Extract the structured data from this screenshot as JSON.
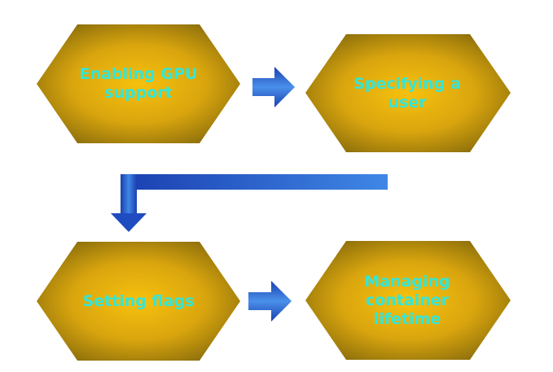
{
  "steps": [
    {
      "label": "Enabling GPU\nsupport"
    },
    {
      "label": "Specifying a\nuser"
    },
    {
      "label": "Setting flags"
    },
    {
      "label": "Managing\ncontainer\nlifetime"
    }
  ],
  "colors": {
    "hexagon_center": "#f7c10d",
    "hexagon_edge": "#8a6d0b",
    "arrow_light": "#3f87e6",
    "arrow_dark": "#1a3fb0",
    "label_text": "#33e6d9"
  }
}
